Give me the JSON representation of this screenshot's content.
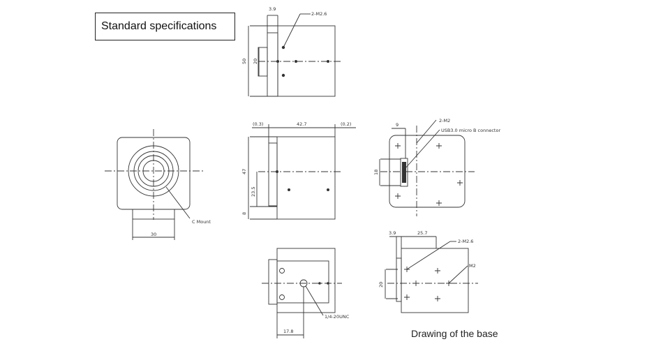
{
  "header": {
    "title": "Standard specifications"
  },
  "caption": "Drawing of the base",
  "top_view": {
    "dims": {
      "offset": "3.9",
      "height": "50",
      "inner": "20"
    },
    "callout": "2-M2.6"
  },
  "side_view": {
    "dims": {
      "left_gap": "(0.3)",
      "length": "42.7",
      "right_gap": "(0.2)",
      "height": "47",
      "center": "23.5",
      "base": "8"
    }
  },
  "front_view": {
    "dims": {
      "width": "30"
    },
    "callout": "C Mount"
  },
  "rear_view": {
    "dims": {
      "offset": "9",
      "height": "18"
    },
    "callouts": [
      "2-M2",
      "USB3.0 micro B connector"
    ]
  },
  "bottom_view": {
    "dims": {
      "offset": "17.8"
    },
    "callout": "1/4-20UNC"
  },
  "base_view": {
    "dims": {
      "offset": "3.9",
      "length": "25.7",
      "height": "20"
    },
    "callouts": [
      "2-M2.6",
      "M2"
    ]
  }
}
